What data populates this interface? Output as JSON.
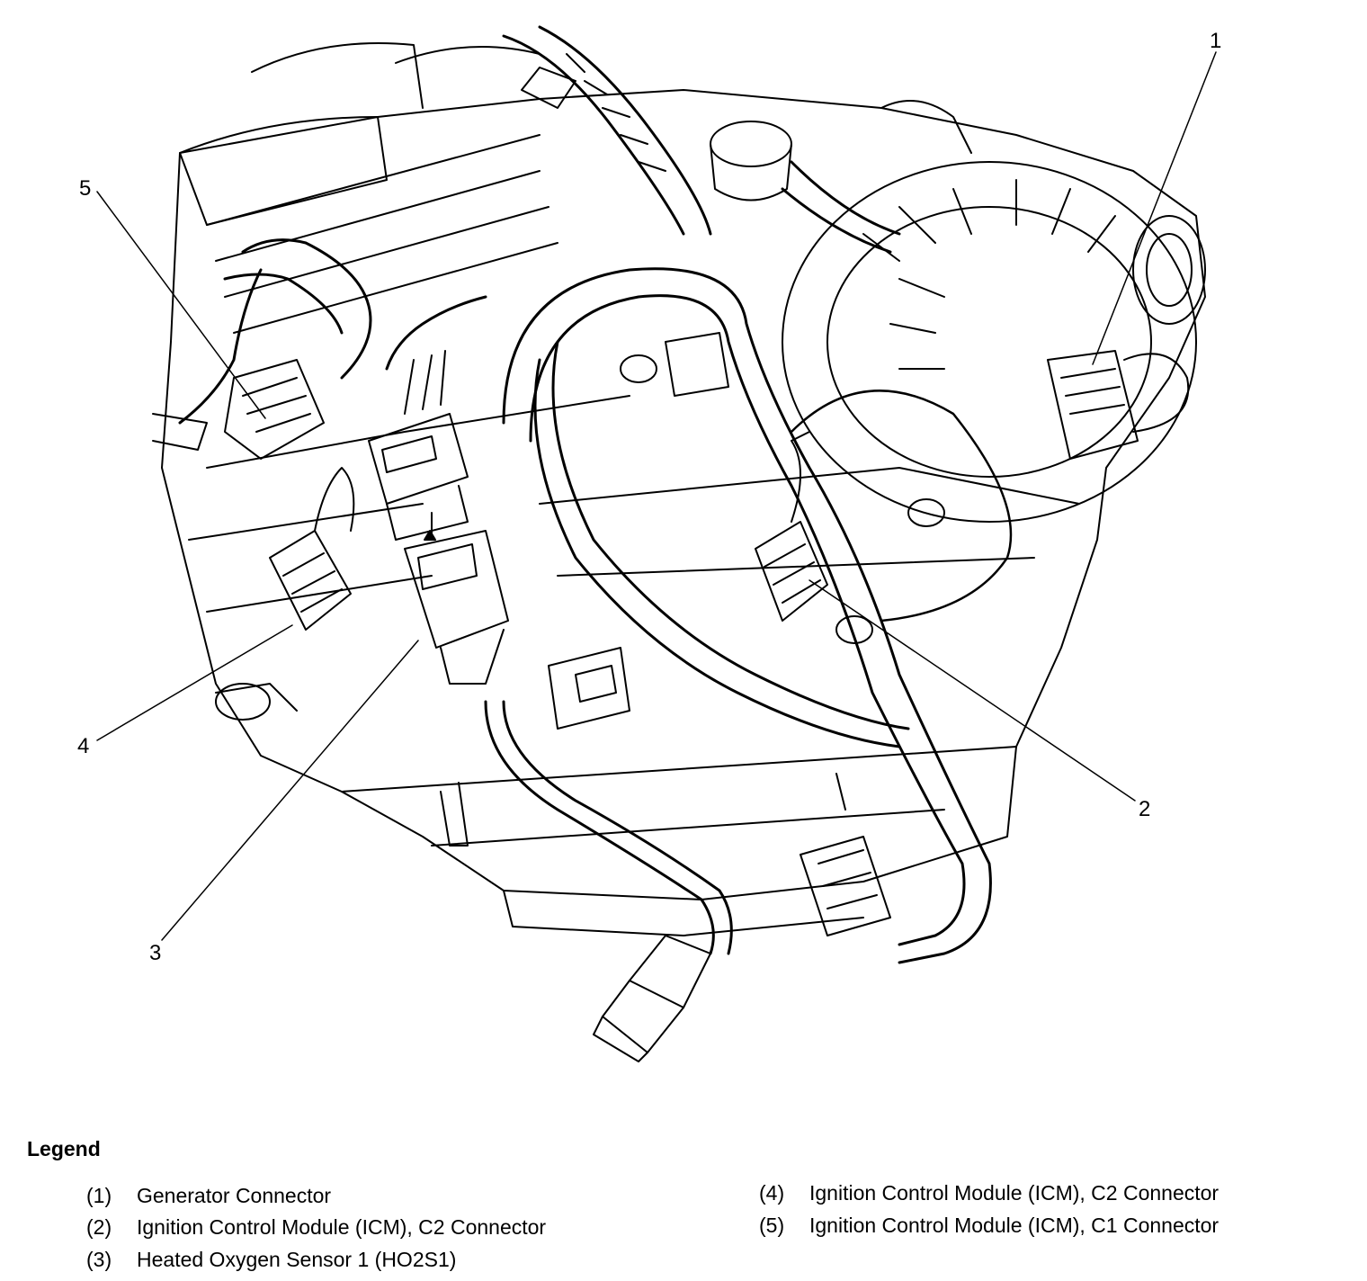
{
  "callouts": {
    "c1": "1",
    "c2": "2",
    "c3": "3",
    "c4": "4",
    "c5": "5"
  },
  "legend": {
    "title": "Legend",
    "items": [
      {
        "num": "(1)",
        "label": "Generator Connector"
      },
      {
        "num": "(2)",
        "label": "Ignition Control Module (ICM), C2 Connector"
      },
      {
        "num": "(3)",
        "label": "Heated Oxygen Sensor 1 (HO2S1)"
      },
      {
        "num": "(4)",
        "label": "Ignition Control Module (ICM), C2 Connector"
      },
      {
        "num": "(5)",
        "label": "Ignition Control Module (ICM), C1 Connector"
      }
    ]
  }
}
